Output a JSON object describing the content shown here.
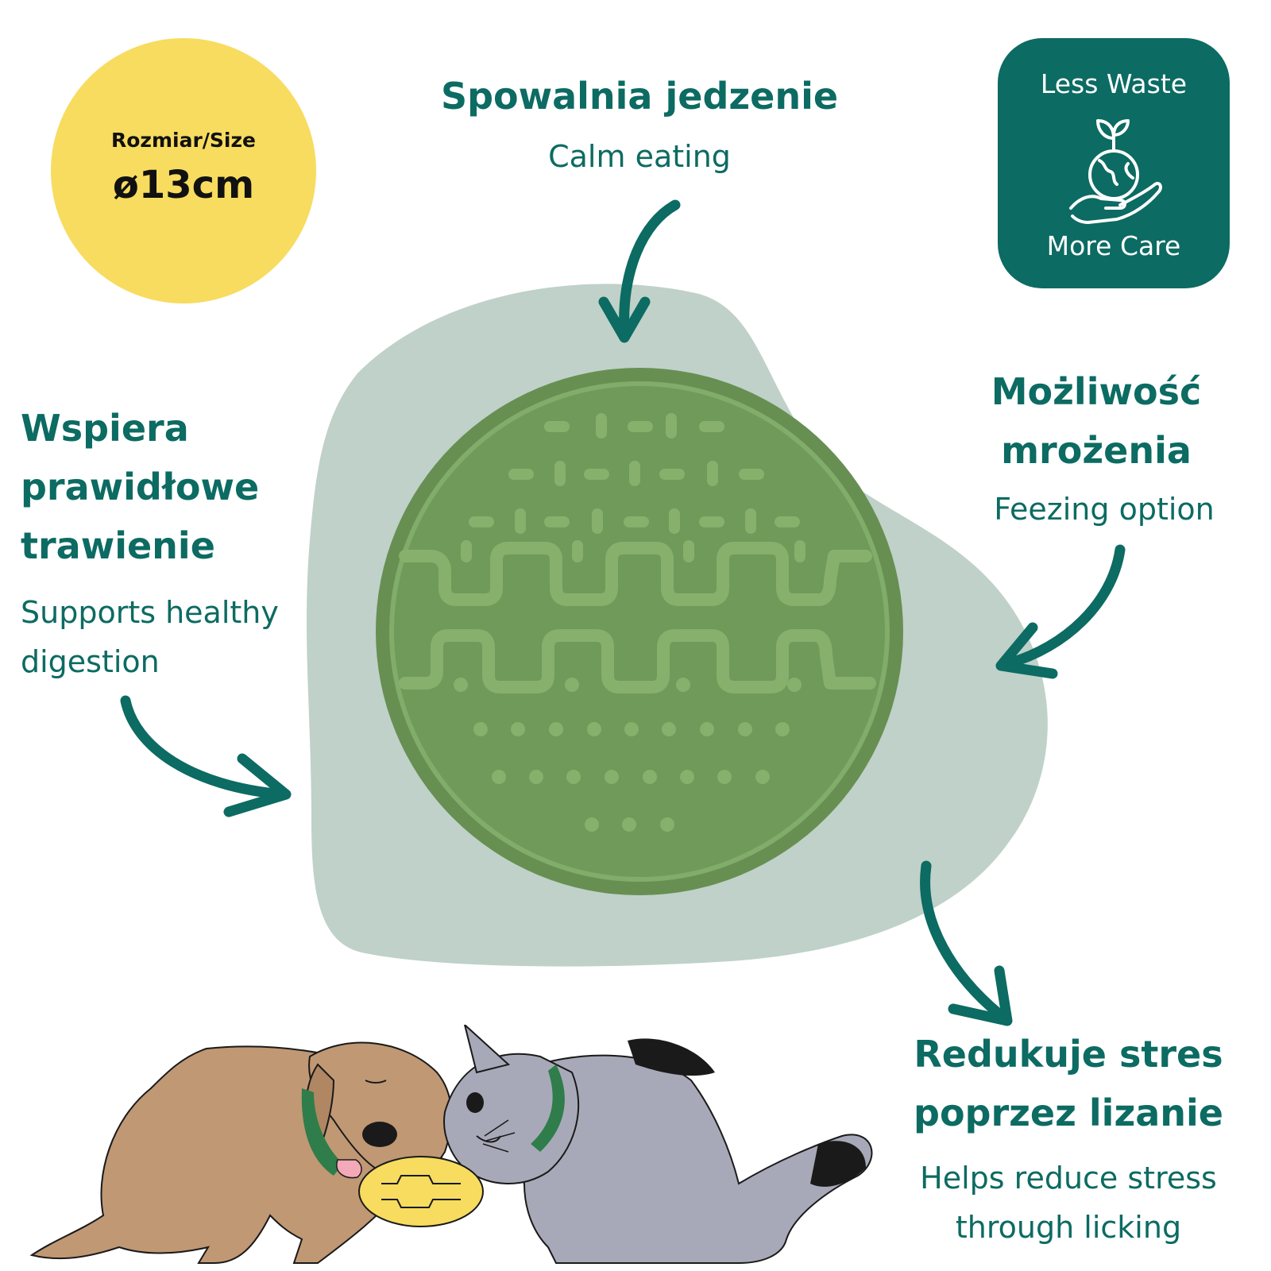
{
  "size_badge": {
    "label": "Rozmiar/Size",
    "value": "ø13cm",
    "color": "#f7dc5f"
  },
  "eco_badge": {
    "top_text": "Less Waste",
    "bottom_text": "More Care",
    "icon": "hand-globe-sprout-icon",
    "color": "#0c6b62"
  },
  "features": {
    "top": {
      "heading": "Spowalnia jedzenie",
      "subtitle": "Calm eating"
    },
    "left": {
      "heading_lines": [
        "Wspiera",
        "prawidłowe",
        "trawienie"
      ],
      "subtitle_lines": [
        "Supports healthy",
        "digestion"
      ]
    },
    "right": {
      "heading_lines": [
        "Możliwość",
        "mrożenia"
      ],
      "subtitle": "Feezing option"
    },
    "bottom_right": {
      "heading_lines": [
        "Redukuje stres",
        "poprzez lizanie"
      ],
      "subtitle_lines": [
        "Helps reduce stress",
        "through licking"
      ]
    }
  },
  "colors": {
    "accent": "#0c6b62",
    "mat_green": "#6f9a5a",
    "blob": "#bfd1c8"
  },
  "illustration": {
    "product": "lick-mat",
    "animals": [
      "dog",
      "cat"
    ]
  }
}
